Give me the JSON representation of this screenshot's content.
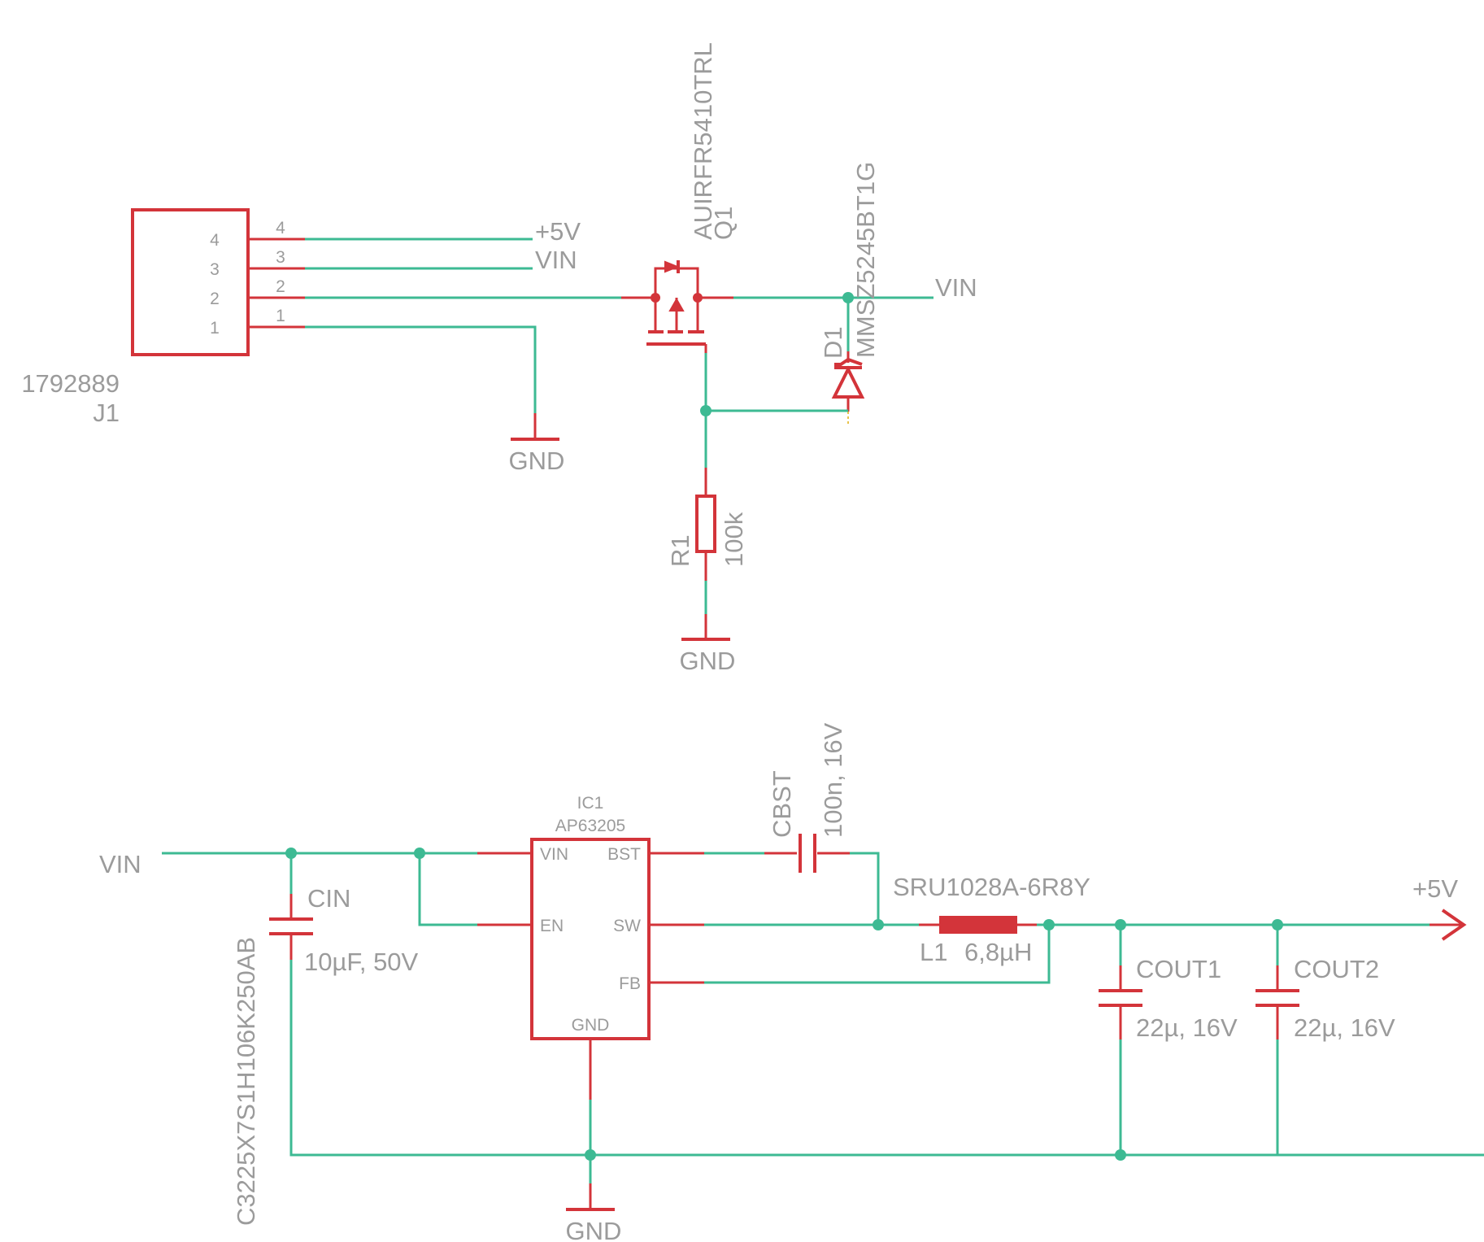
{
  "connector": {
    "name": "J1",
    "part": "1792889",
    "pin_numbers": [
      "4",
      "3",
      "2",
      "1"
    ]
  },
  "connector_nets": {
    "pin4": "+5V",
    "pin3": "VIN"
  },
  "mosfet": {
    "name": "Q1",
    "part": "AUIRFR5410TRL"
  },
  "zener": {
    "name": "D1",
    "part": "MMSZ5245BT1G"
  },
  "resistor": {
    "name": "R1",
    "value": "100k"
  },
  "ic": {
    "name": "IC1",
    "part": "AP63205",
    "pins": {
      "vin": "VIN",
      "en": "EN",
      "gnd": "GND",
      "bst": "BST",
      "sw": "SW",
      "fb": "FB"
    }
  },
  "cin": {
    "name": "CIN",
    "value": "10µF, 50V",
    "part": "C3225X7S1H106K250AB"
  },
  "cbst": {
    "name": "CBST",
    "value": "100n, 16V"
  },
  "inductor": {
    "name": "L1",
    "value": "6,8µH",
    "part": "SRU1028A-6R8Y"
  },
  "cout1": {
    "name": "COUT1",
    "value": "22µ, 16V"
  },
  "cout2": {
    "name": "COUT2",
    "value": "22µ, 16V"
  },
  "nets": {
    "vin": "VIN",
    "gnd": "GND",
    "v5": "+5V"
  },
  "colors": {
    "wire": "#3dba93",
    "symbol": "#d3343a",
    "text": "#9b9b9b",
    "background": "#ffffff"
  }
}
